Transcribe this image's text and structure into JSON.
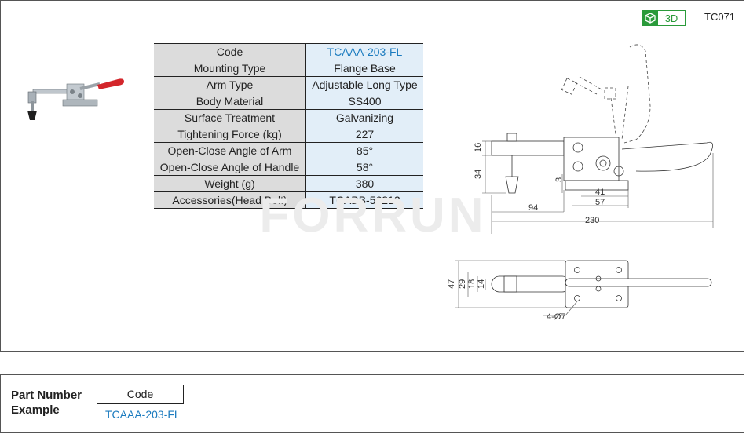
{
  "header": {
    "badge_label": "3D",
    "product_code": "TC071",
    "badge_color": "#2a9a3a"
  },
  "spec_table": [
    {
      "label": "Code",
      "value": "TCAAA-203-FL"
    },
    {
      "label": "Mounting Type",
      "value": "Flange Base"
    },
    {
      "label": "Arm Type",
      "value": "Adjustable Long Type"
    },
    {
      "label": "Body Material",
      "value": "SS400"
    },
    {
      "label": "Surface Treatment",
      "value": "Galvanizing"
    },
    {
      "label": "Tightening Force (kg)",
      "value": "227"
    },
    {
      "label": "Open-Close Angle of Arm",
      "value": "85°"
    },
    {
      "label": "Open-Close  Angle of Handle",
      "value": "58°"
    },
    {
      "label": "Weight (g)",
      "value": "380"
    },
    {
      "label": "Accessories(Head Bolt)",
      "value": "TCABB-56212"
    }
  ],
  "drawing": {
    "dims_side": [
      "16",
      "34",
      "3",
      "41",
      "57",
      "94",
      "230"
    ],
    "dims_top": [
      "47",
      "29",
      "18",
      "14",
      "4-Ø7"
    ]
  },
  "watermark": "FORRUN",
  "part_number": {
    "label_line1": "Part Number",
    "label_line2": "Example",
    "box_label": "Code",
    "example_code": "TCAAA-203-FL"
  },
  "colors": {
    "link": "#1b7bbf",
    "key_bg": "#dcdcdc",
    "value_bg": "#e2eef8",
    "handle": "#d3262b"
  }
}
